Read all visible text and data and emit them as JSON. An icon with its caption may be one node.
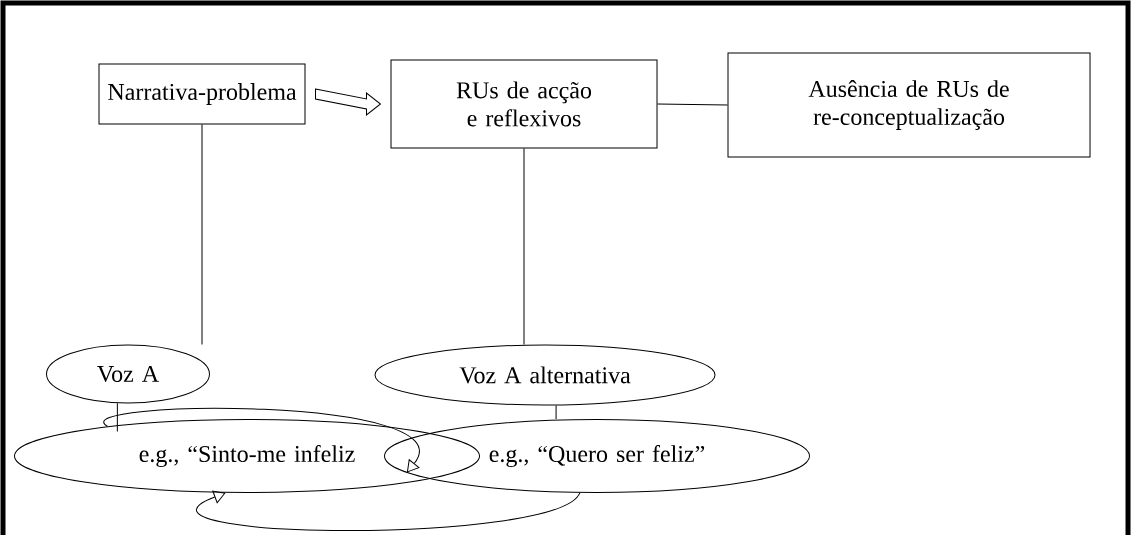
{
  "diagram": {
    "nodes": [
      {
        "text": [
          "Narrativa-problema"
        ]
      },
      {
        "text": [
          "RUs de acção e reflexivos"
        ]
      },
      {
        "text": [
          "Ausência de RUs de re-conceptualização"
        ]
      },
      {
        "text": [
          "Voz A"
        ]
      },
      {
        "text": [
          "Voz A alternativa"
        ]
      },
      {
        "text": [
          "e.g., “Sinto-me infeliz"
        ]
      },
      {
        "text": [
          "e.g., “Quero ser feliz”"
        ]
      }
    ],
    "edges": [
      {
        "from": 0,
        "to": 1,
        "arrow": "to",
        "style": "thick"
      },
      {
        "from": 1,
        "to": 2,
        "arrow": "none"
      },
      {
        "from": 0,
        "to": 3,
        "arrow": "none"
      },
      {
        "from": 1,
        "to": 4,
        "arrow": "none"
      },
      {
        "from": 3,
        "to": 5,
        "arrow": "none"
      },
      {
        "from": 4,
        "to": 6,
        "arrow": "none"
      },
      {
        "from": 5,
        "to": 6,
        "arrow": "to"
      },
      {
        "from": 6,
        "to": 5,
        "arrow": "to"
      }
    ]
  }
}
